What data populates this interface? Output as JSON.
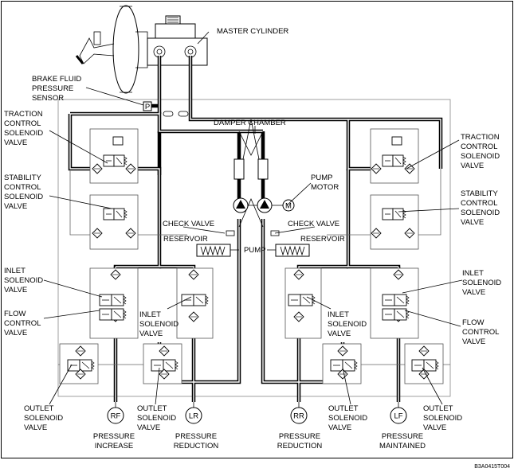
{
  "labels": {
    "master_cylinder": "MASTER CYLINDER",
    "brake_fluid_sensor": [
      "BRAKE FLUID",
      "PRESSURE",
      "SENSOR"
    ],
    "sensor_symbol": "P",
    "damper_chamber": "DAMPER CHAMBER",
    "traction_left": [
      "TRACTION",
      "CONTROL",
      "SOLENOID",
      "VALVE"
    ],
    "traction_right": [
      "TRACTION",
      "CONTROL",
      "SOLENOID",
      "VALVE"
    ],
    "stability_left": [
      "STABILITY",
      "CONTROL",
      "SOLENOID",
      "VALVE"
    ],
    "stability_right": [
      "STABILITY",
      "CONTROL",
      "SOLENOID",
      "VALVE"
    ],
    "pump_motor": [
      "PUMP",
      "MOTOR"
    ],
    "motor_symbol": "M",
    "check_valve_left": "CHECK VALVE",
    "check_valve_right": "CHECK VALVE",
    "reservoir_left": "RESERVOIR",
    "reservoir_right": "RESERVOIR",
    "pump": "PUMP",
    "inlet_left": [
      "INLET",
      "SOLENOID",
      "VALVE"
    ],
    "inlet_center_left": [
      "INLET",
      "SOLENOID",
      "VALVE"
    ],
    "inlet_center_right": [
      "INLET",
      "SOLENOID",
      "VALVE"
    ],
    "inlet_right": [
      "INLET",
      "SOLENOID",
      "VALVE"
    ],
    "flow_left": [
      "FLOW",
      "CONTROL",
      "VALVE"
    ],
    "flow_right": [
      "FLOW",
      "CONTROL",
      "VALVE"
    ],
    "outlet_1": [
      "OUTLET",
      "SOLENOID",
      "VALVE"
    ],
    "outlet_2": [
      "OUTLET",
      "SOLENOID",
      "VALVE"
    ],
    "outlet_3": [
      "OUTLET",
      "SOLENOID",
      "VALVE"
    ],
    "outlet_4": [
      "OUTLET",
      "SOLENOID",
      "VALVE"
    ],
    "wheels": [
      "RF",
      "LR",
      "RR",
      "LF"
    ],
    "state_rf": [
      "PRESSURE",
      "INCREASE"
    ],
    "state_lr": [
      "PRESSURE",
      "REDUCTION"
    ],
    "state_rr": [
      "PRESSURE",
      "REDUCTION"
    ],
    "state_lf": [
      "PRESSURE",
      "MAINTAINED"
    ],
    "figure_code": "B3A0415T004"
  }
}
